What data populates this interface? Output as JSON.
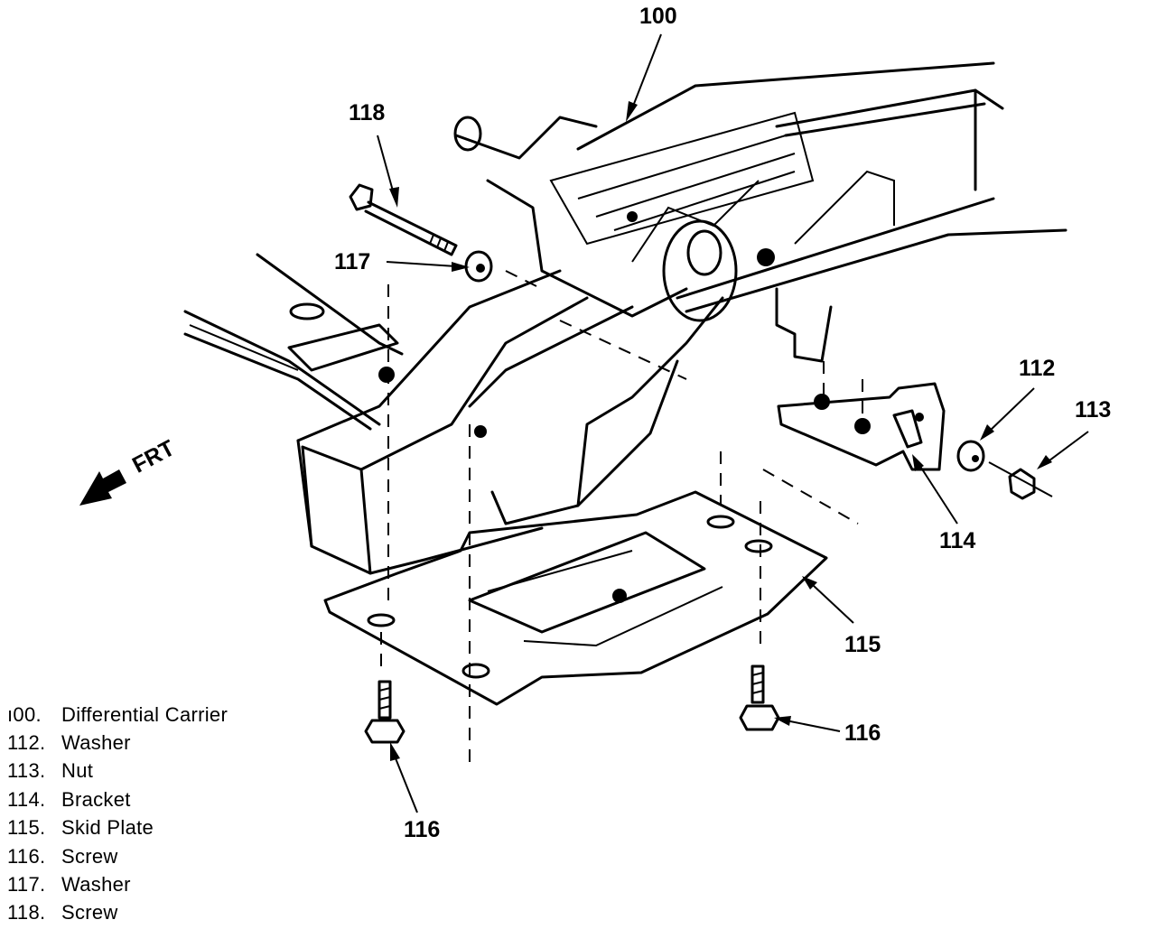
{
  "callouts": {
    "c100": "100",
    "c118": "118",
    "c117": "117",
    "c112": "112",
    "c113": "113",
    "c114": "114",
    "c115": "115",
    "c116a": "116",
    "c116b": "116"
  },
  "direction": {
    "label": "FRT"
  },
  "legend": [
    {
      "num": "ı00.",
      "text": "Differential Carrier"
    },
    {
      "num": "112.",
      "text": "Washer"
    },
    {
      "num": "113.",
      "text": "Nut"
    },
    {
      "num": "114.",
      "text": "Bracket"
    },
    {
      "num": "115.",
      "text": "Skid Plate"
    },
    {
      "num": "116.",
      "text": "Screw"
    },
    {
      "num": "117.",
      "text": "Washer"
    },
    {
      "num": "118.",
      "text": "Screw"
    }
  ]
}
